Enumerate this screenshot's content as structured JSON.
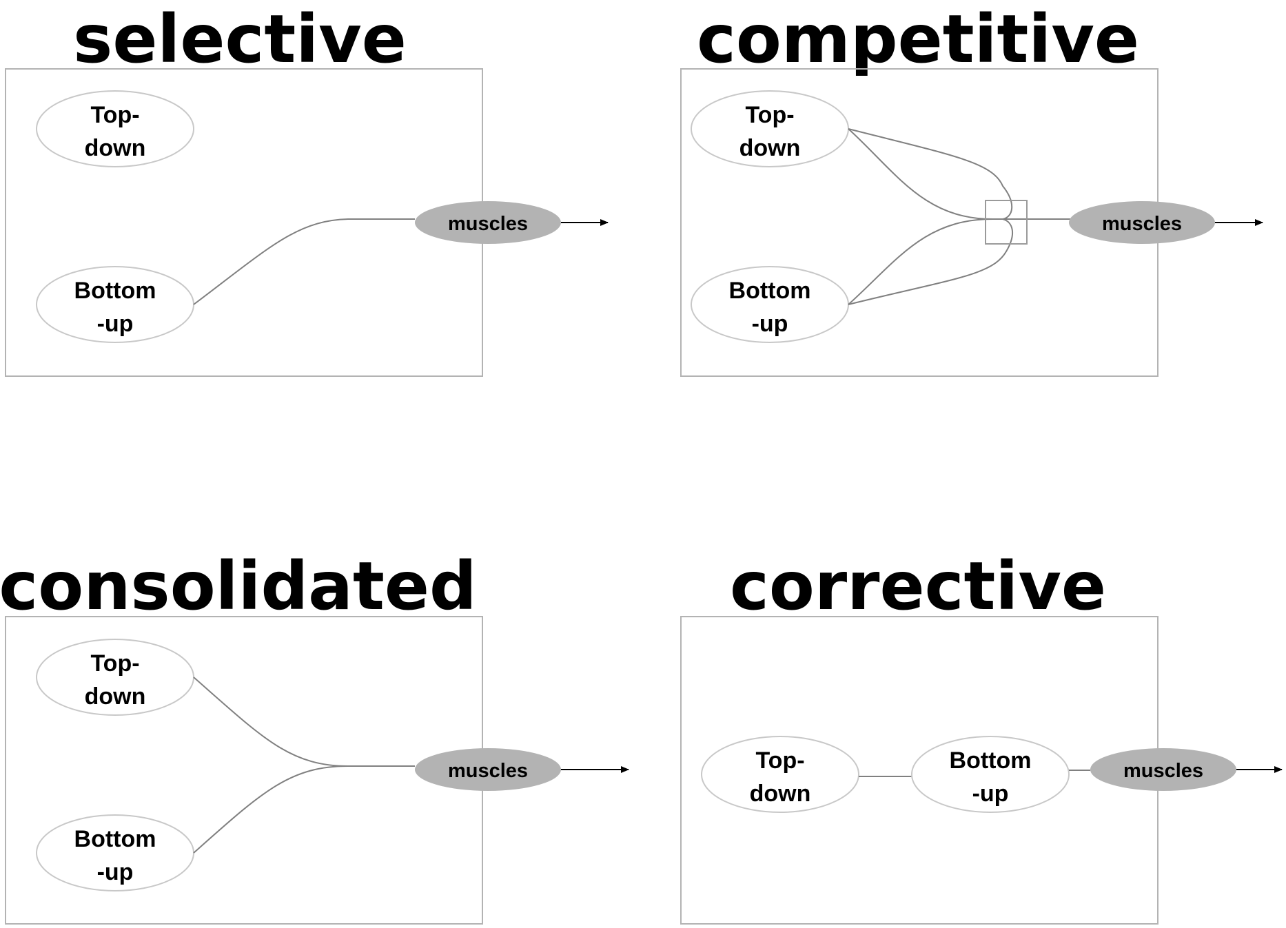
{
  "colors": {
    "muscles_fill": "#b3b3b3",
    "frame_stroke": "#b3b3b3",
    "connector_stroke": "#808080"
  },
  "panels": [
    {
      "title": "selective",
      "nodes": {
        "top_down": [
          "Top-",
          "down"
        ],
        "bottom_up": [
          "Bottom",
          "-up"
        ],
        "muscles": "muscles"
      }
    },
    {
      "title": "competitive",
      "nodes": {
        "top_down": [
          "Top-",
          "down"
        ],
        "bottom_up": [
          "Bottom",
          "-up"
        ],
        "muscles": "muscles"
      }
    },
    {
      "title": "consolidated",
      "nodes": {
        "top_down": [
          "Top-",
          "down"
        ],
        "bottom_up": [
          "Bottom",
          "-up"
        ],
        "muscles": "muscles"
      }
    },
    {
      "title": "corrective",
      "nodes": {
        "top_down": [
          "Top-",
          "down"
        ],
        "bottom_up": [
          "Bottom",
          "-up"
        ],
        "muscles": "muscles"
      }
    }
  ]
}
